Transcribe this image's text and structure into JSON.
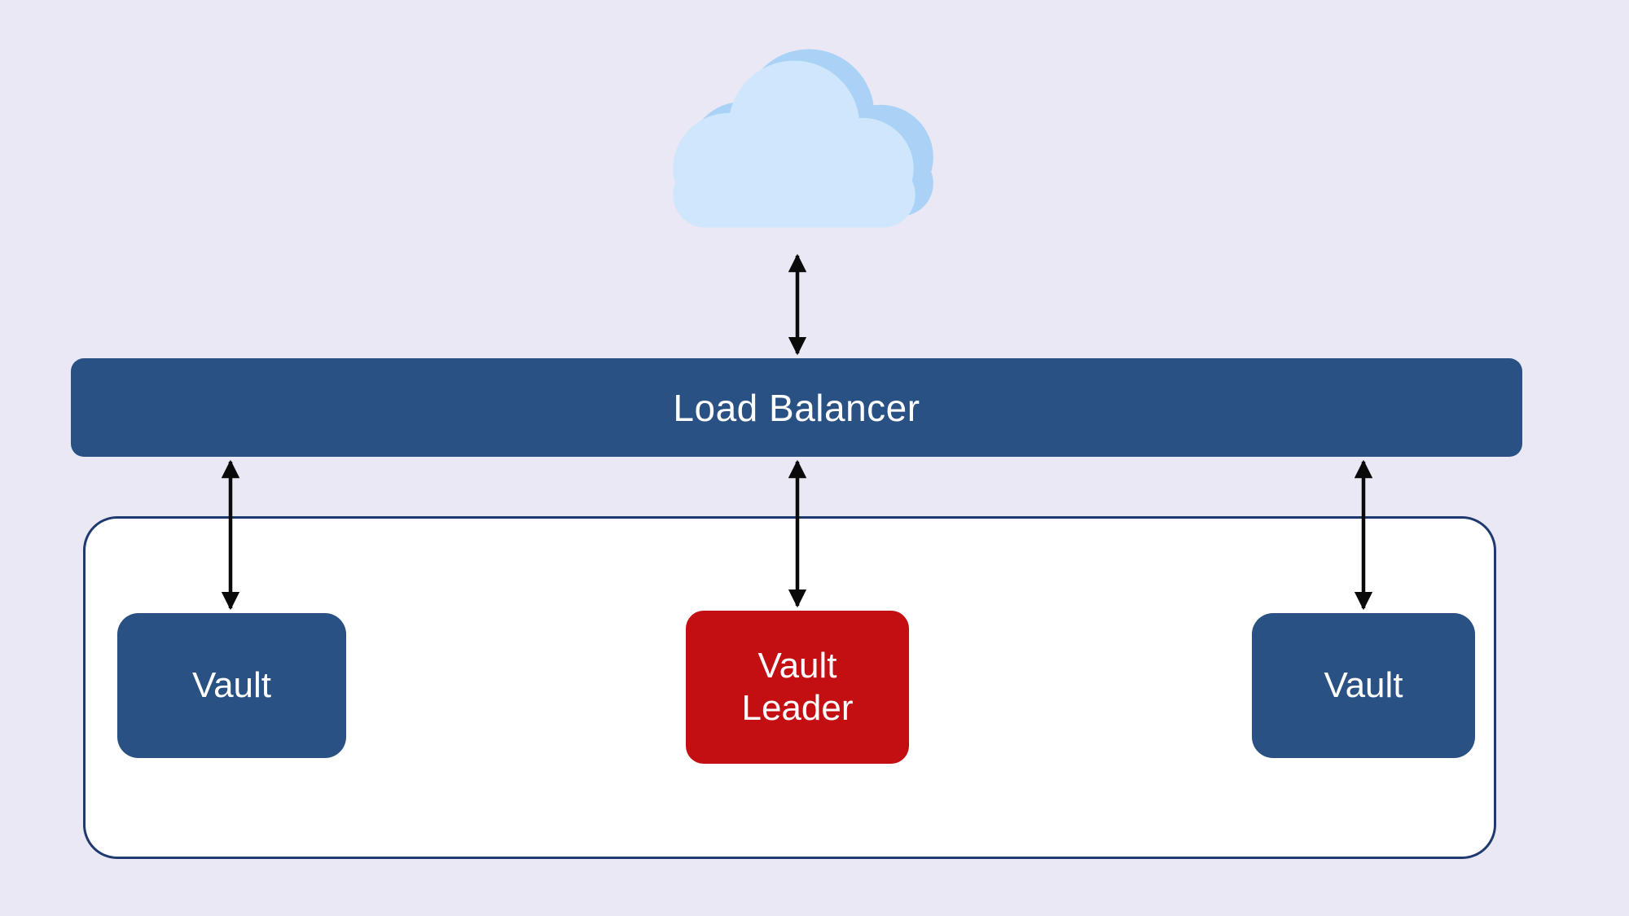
{
  "diagram": {
    "background_color": "#ebe8f5",
    "cloud": {
      "icon": "cloud-icon",
      "body_color": "#cfe6fc",
      "shade_color": "#a9d2f6"
    },
    "load_balancer": {
      "label": "Load Balancer",
      "color": "#2a5183",
      "text_color": "#ffffff"
    },
    "cluster": {
      "fill": "#ffffff",
      "border_color": "#1e3a6e"
    },
    "nodes": [
      {
        "id": "vault-left",
        "label": "Vault",
        "color": "#2a5183",
        "text_color": "#ffffff"
      },
      {
        "id": "vault-leader",
        "label": "Vault Leader",
        "color": "#c40f12",
        "text_color": "#ffffff"
      },
      {
        "id": "vault-right",
        "label": "Vault",
        "color": "#2a5183",
        "text_color": "#ffffff"
      }
    ],
    "connections": [
      {
        "from": "internet-cloud",
        "to": "load-balancer",
        "style": "double-arrow"
      },
      {
        "from": "load-balancer",
        "to": "vault-left",
        "style": "double-arrow"
      },
      {
        "from": "load-balancer",
        "to": "vault-leader",
        "style": "double-arrow"
      },
      {
        "from": "load-balancer",
        "to": "vault-right",
        "style": "double-arrow"
      }
    ],
    "arrow_color": "#0a0a0a"
  }
}
